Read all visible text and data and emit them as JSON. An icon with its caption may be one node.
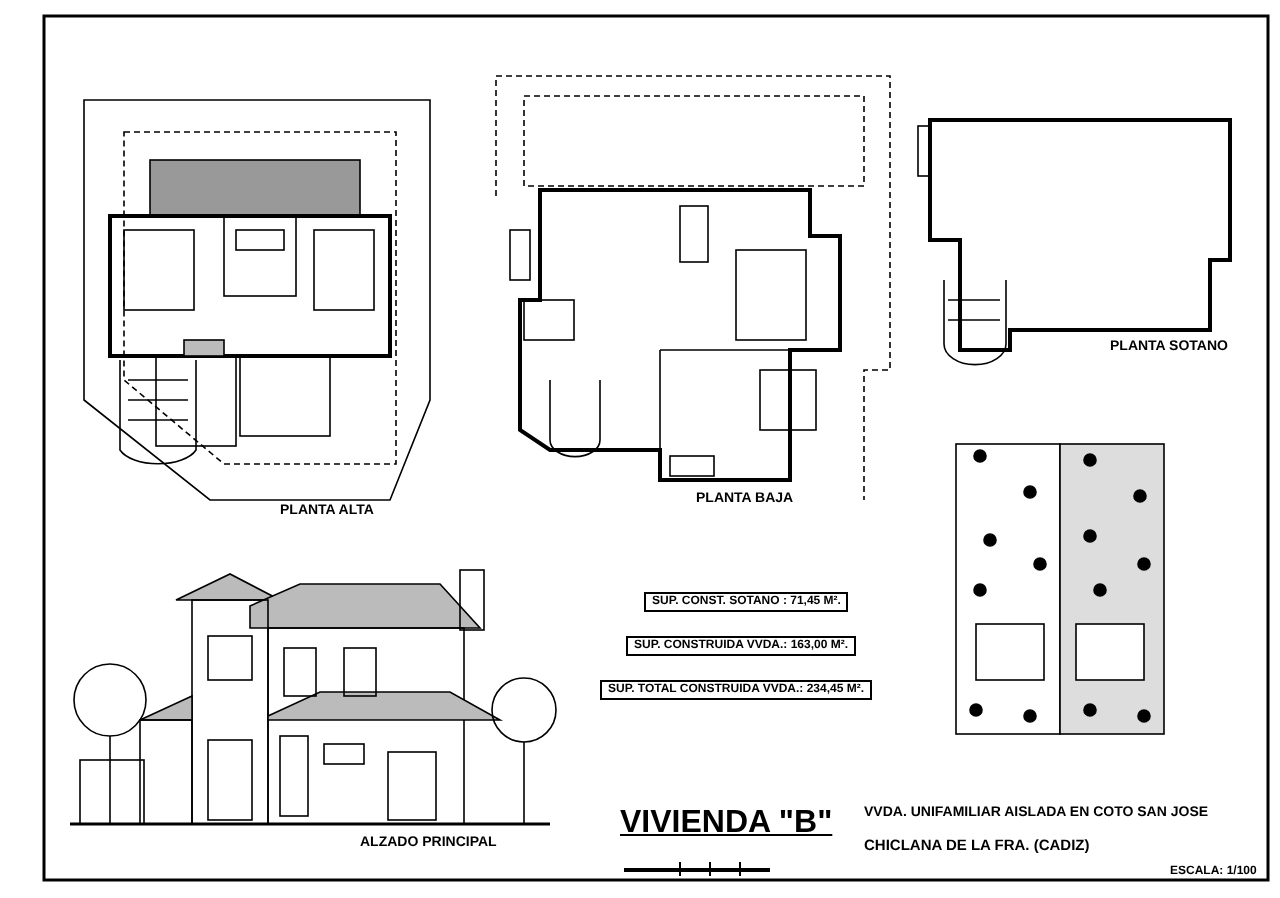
{
  "diagram": {
    "title": "VIVIENDA \"B\"",
    "labels": [
      "PLANTA ALTA",
      "PLANTA BAJA",
      "PLANTA SOTANO",
      "ALZADO PRINCIPAL",
      "SUP. CONST. SOTANO : 71,45 M².",
      "SUP. CONSTRUIDA VVDA.: 163,00 M².",
      "SUP. TOTAL CONSTRUIDA VVDA.: 234,45 M².",
      "VVDA. UNIFAMILIAR AISLADA EN COTO SAN JOSE",
      "CHICLANA DE LA FRA. (CADIZ)",
      "ESCALA: 1/100"
    ]
  }
}
